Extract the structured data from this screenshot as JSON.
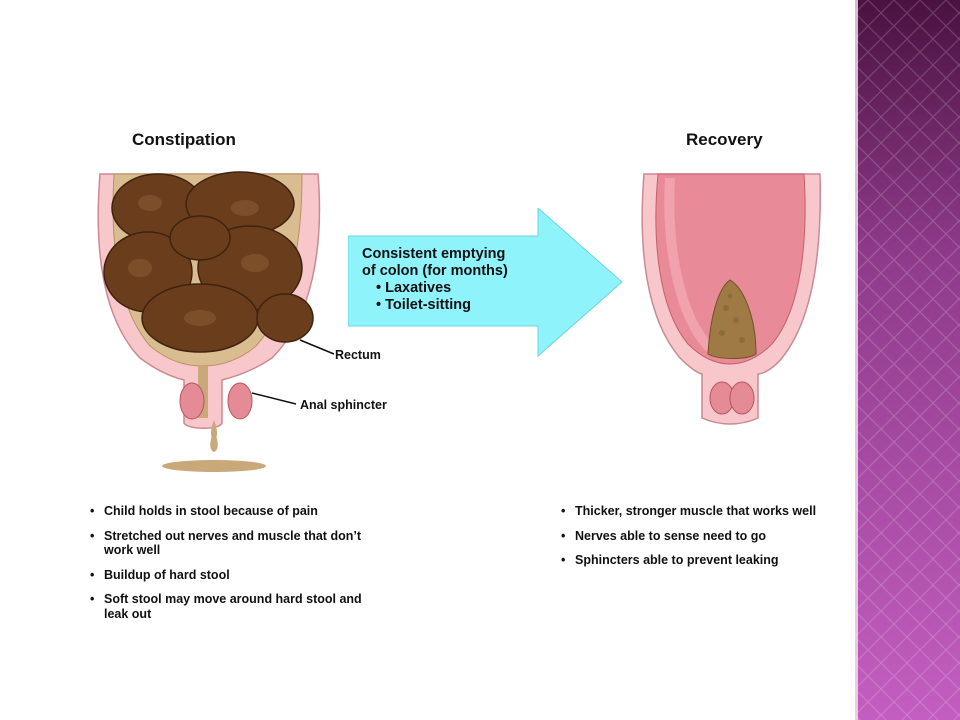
{
  "left_panel": {
    "title": "Constipation",
    "callouts": {
      "rectum": "Rectum",
      "sphincter": "Anal sphincter"
    },
    "bullets": [
      "Child holds in stool because of pain",
      "Stretched out nerves and muscle that don’t work well",
      "Buildup of hard stool",
      "Soft stool may move around hard stool and leak out"
    ]
  },
  "arrow": {
    "line1": "Consistent emptying",
    "line2": "of colon (for months)",
    "items": [
      "• Laxatives",
      "• Toilet-sitting"
    ],
    "color": "#8ff3fb"
  },
  "right_panel": {
    "title": "Recovery",
    "bullets": [
      "Thicker, stronger muscle that works well",
      "Nerves able to sense need to go",
      "Sphincters able to prevent leaking"
    ]
  },
  "colors": {
    "stool_dark": "#6a3e1d",
    "stool_fill": "#c9a879",
    "rectum_wall": "#f7c7cc",
    "lumen": "#e88a97",
    "side_band": "#8e3a8a"
  }
}
